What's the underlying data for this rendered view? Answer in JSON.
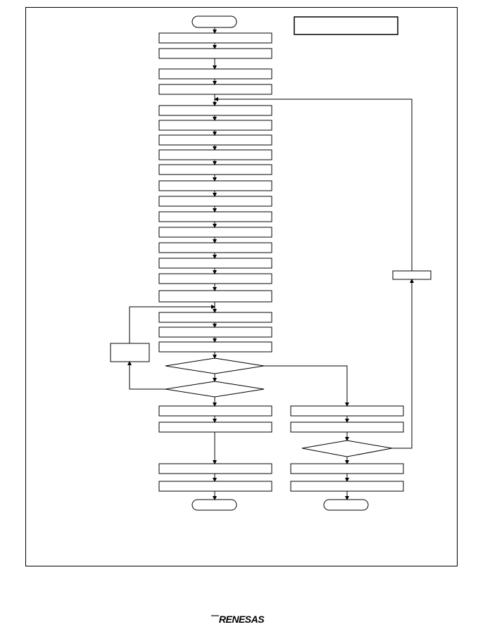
{
  "logo": {
    "text": "RENESAS"
  },
  "flowchart": {
    "shape_count": {
      "terminators": 3,
      "main_process_boxes": 24,
      "branch_process_boxes": 4,
      "decisions": 3
    }
  }
}
